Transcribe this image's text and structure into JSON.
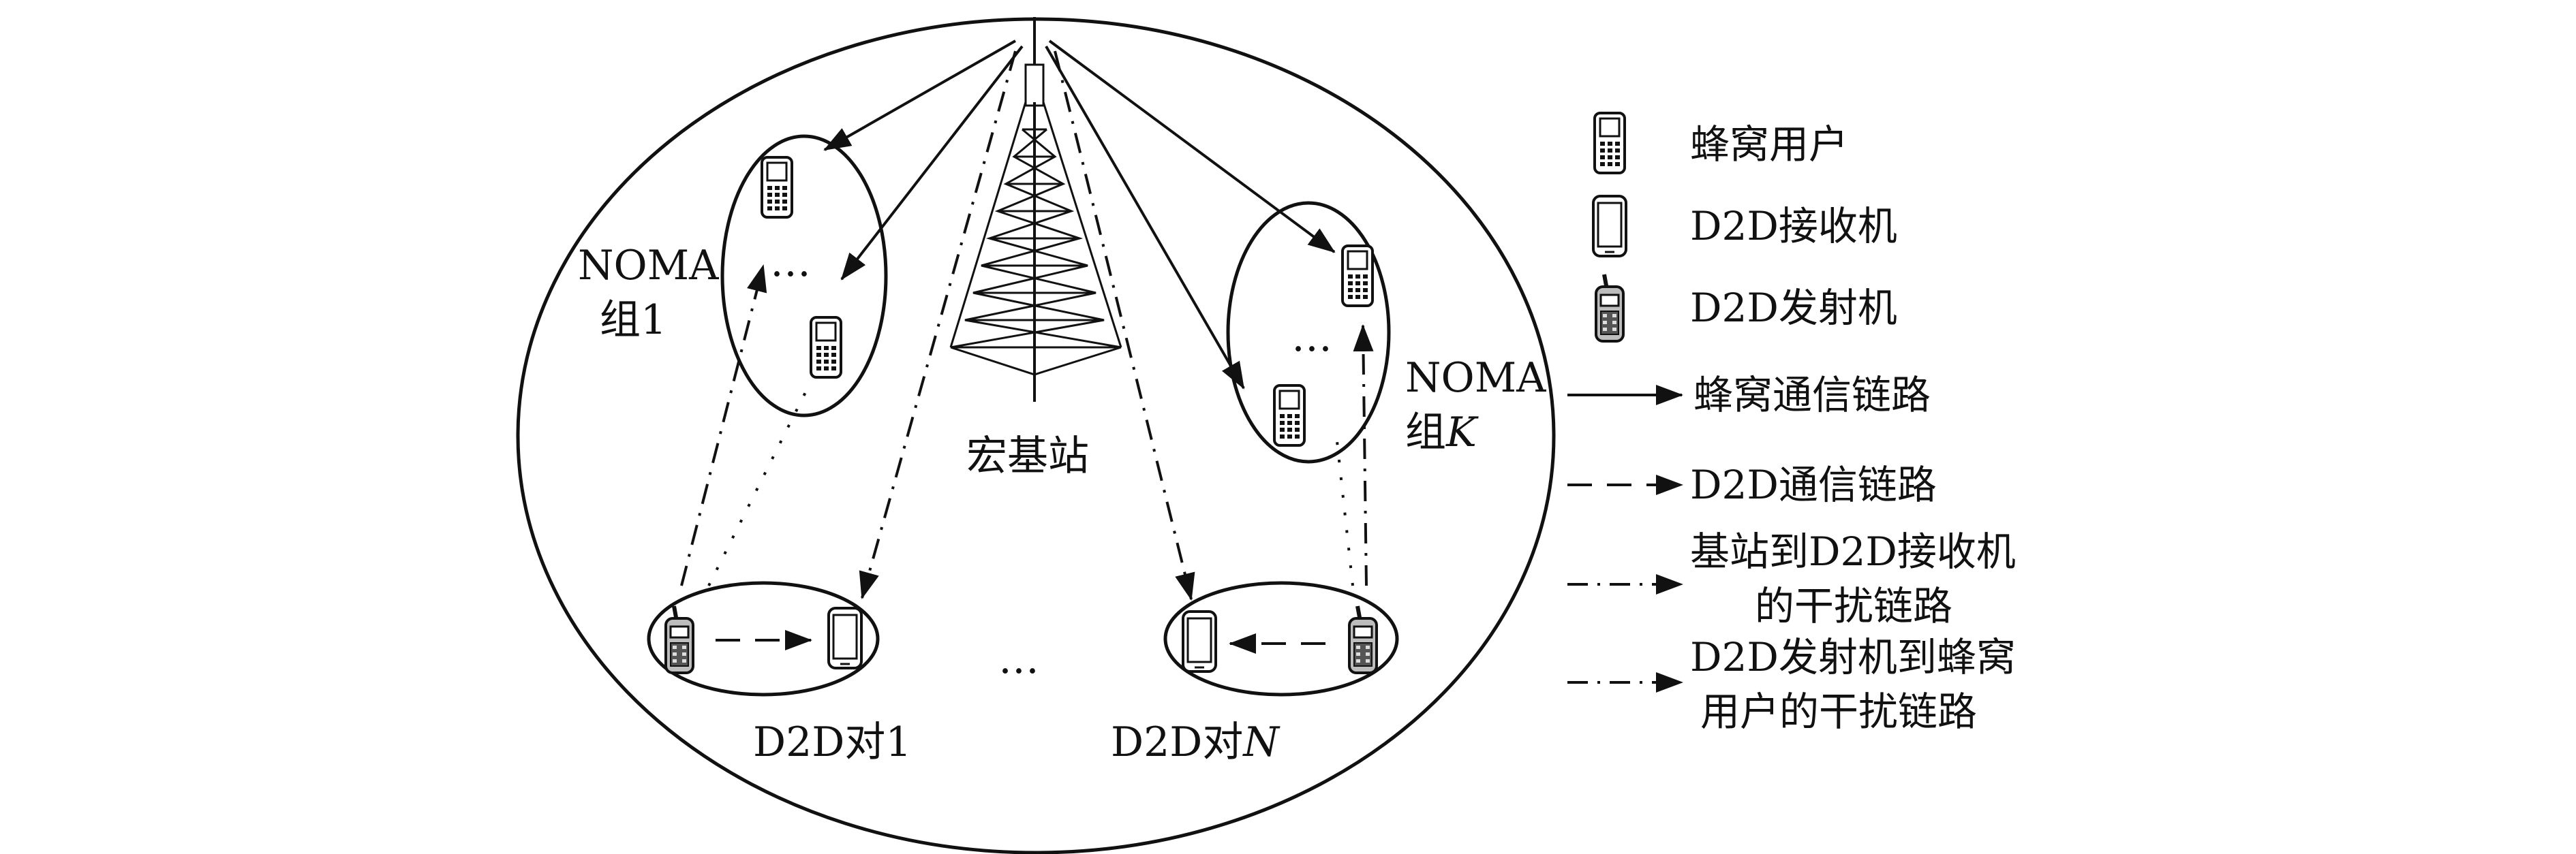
{
  "labels": {
    "noma_group1_line1": "NOMA",
    "noma_group1_line2": "组1",
    "noma_groupK_line1": "NOMA",
    "noma_groupK_line2_prefix": "组",
    "noma_groupK_line2_var": "K",
    "macro_bs": "宏基站",
    "d2d_pair1": "D2D对1",
    "d2d_pairN_prefix": "D2D对",
    "d2d_pairN_var": "N",
    "ellipsis": "…"
  },
  "legend": {
    "cellular_user": "蜂窝用户",
    "d2d_receiver": "D2D接收机",
    "d2d_transmitter": "D2D发射机",
    "cellular_link": "蜂窝通信链路",
    "d2d_link": "D2D通信链路",
    "bs_interference_line1": "基站到D2D接收机",
    "bs_interference_line2": "的干扰链路",
    "d2d_interference_line1": "D2D发射机到蜂窝",
    "d2d_interference_line2": "用户的干扰链路"
  },
  "icons": [
    "cellular-phone-icon",
    "smartphone-icon",
    "walkie-talkie-icon",
    "antenna-tower-icon"
  ]
}
